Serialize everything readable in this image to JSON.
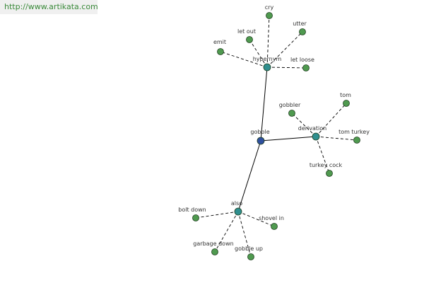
{
  "watermark": "http://www.artikata.com",
  "colors": {
    "leaf": "#4f9a4f",
    "relation": "#2f8f8f",
    "root": "#2f4f9f",
    "edge": "#000000"
  },
  "graph": {
    "root": "gobble",
    "nodes": [
      {
        "id": "gobble",
        "label": "gobble",
        "kind": "root"
      },
      {
        "id": "hypernym",
        "label": "hypernym",
        "kind": "relation"
      },
      {
        "id": "derivation",
        "label": "derivation",
        "kind": "relation"
      },
      {
        "id": "also",
        "label": "also",
        "kind": "relation"
      },
      {
        "id": "cry",
        "label": "cry",
        "kind": "leaf"
      },
      {
        "id": "let-out",
        "label": "let out",
        "kind": "leaf"
      },
      {
        "id": "utter",
        "label": "utter",
        "kind": "leaf"
      },
      {
        "id": "emit",
        "label": "emit",
        "kind": "leaf"
      },
      {
        "id": "let-loose",
        "label": "let loose",
        "kind": "leaf"
      },
      {
        "id": "gobbler",
        "label": "gobbler",
        "kind": "leaf"
      },
      {
        "id": "tom",
        "label": "tom",
        "kind": "leaf"
      },
      {
        "id": "tom-turkey",
        "label": "tom turkey",
        "kind": "leaf"
      },
      {
        "id": "turkey-cock",
        "label": "turkey cock",
        "kind": "leaf"
      },
      {
        "id": "bolt-down",
        "label": "bolt down",
        "kind": "leaf"
      },
      {
        "id": "shovel-in",
        "label": "shovel in",
        "kind": "leaf"
      },
      {
        "id": "garbage-down",
        "label": "garbage down",
        "kind": "leaf"
      },
      {
        "id": "gobble-up",
        "label": "gobble up",
        "kind": "leaf"
      }
    ],
    "edges": [
      {
        "from": "gobble",
        "to": "hypernym",
        "style": "solid"
      },
      {
        "from": "gobble",
        "to": "derivation",
        "style": "solid"
      },
      {
        "from": "gobble",
        "to": "also",
        "style": "solid"
      },
      {
        "from": "hypernym",
        "to": "cry",
        "style": "dashed"
      },
      {
        "from": "hypernym",
        "to": "let-out",
        "style": "dashed"
      },
      {
        "from": "hypernym",
        "to": "utter",
        "style": "dashed"
      },
      {
        "from": "hypernym",
        "to": "emit",
        "style": "dashed"
      },
      {
        "from": "hypernym",
        "to": "let-loose",
        "style": "dashed"
      },
      {
        "from": "derivation",
        "to": "gobbler",
        "style": "dashed"
      },
      {
        "from": "derivation",
        "to": "tom",
        "style": "dashed"
      },
      {
        "from": "derivation",
        "to": "tom-turkey",
        "style": "dashed"
      },
      {
        "from": "derivation",
        "to": "turkey-cock",
        "style": "dashed"
      },
      {
        "from": "also",
        "to": "bolt-down",
        "style": "dashed"
      },
      {
        "from": "also",
        "to": "shovel-in",
        "style": "dashed"
      },
      {
        "from": "also",
        "to": "garbage-down",
        "style": "dashed"
      },
      {
        "from": "also",
        "to": "gobble-up",
        "style": "dashed"
      }
    ]
  }
}
